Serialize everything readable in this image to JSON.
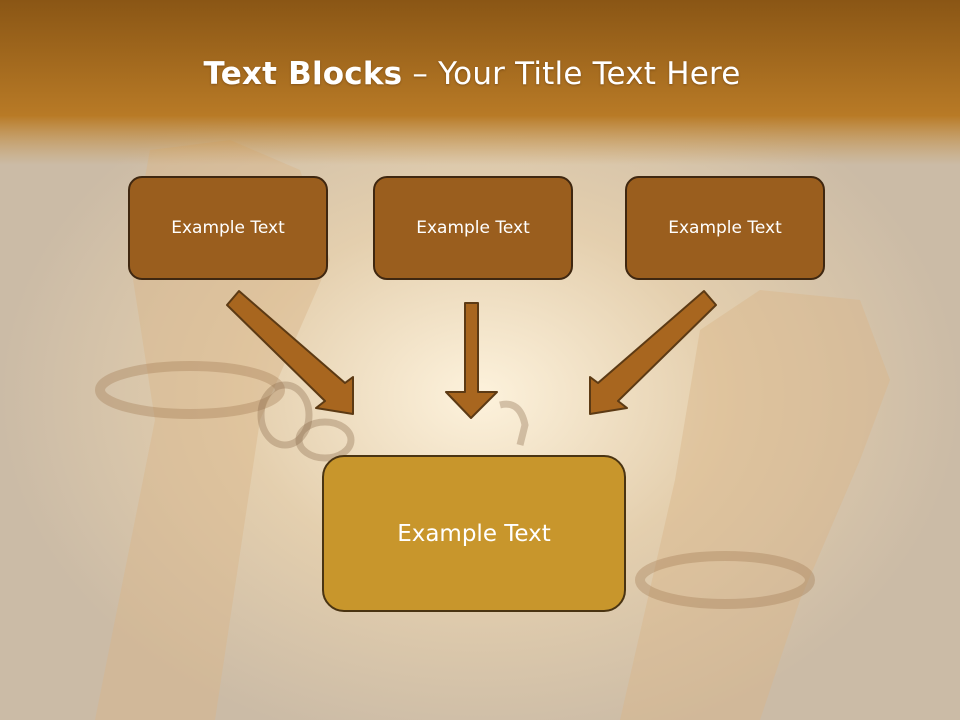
{
  "slide": {
    "title_bold": "Text Blocks",
    "title_rest": " – Your Title Text Here",
    "top_blocks": [
      "Example Text",
      "Example Text",
      "Example Text"
    ],
    "bottom_block": "Example Text"
  },
  "colors": {
    "header": "#a8661c",
    "small_box_fill": "#9a5e1e",
    "big_box_fill": "#c8962c",
    "arrow_fill": "#a8661f"
  }
}
